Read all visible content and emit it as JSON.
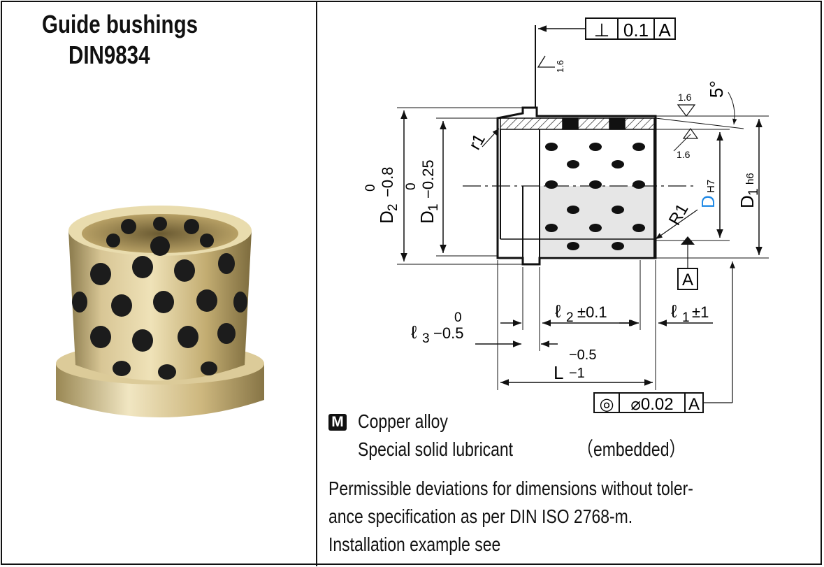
{
  "header": {
    "title": "Guide bushings",
    "subtitle": "DIN9834"
  },
  "drawing": {
    "perpendicularity": {
      "symbol": "⊥",
      "value": "0.1",
      "datum": "A"
    },
    "concentricity": {
      "symbol": "◎",
      "value": "⌀0.02",
      "datum": "A"
    },
    "datum_label": "A",
    "roughness_top": "1.6",
    "roughness_flange": "1.6",
    "roughness_bore": "1.6",
    "angle": "5°",
    "r1": "r1",
    "R1": "R1",
    "D2": {
      "base": "D",
      "sub": "2",
      "upper": "0",
      "lower": "−0.8"
    },
    "D1_left": {
      "base": "D",
      "sub": "1",
      "upper": "0",
      "lower": "−0.25"
    },
    "D_bore": {
      "base": "D",
      "fit": "H7",
      "color": "#1e88e5"
    },
    "D1_right": {
      "base": "D",
      "sub": "1",
      "fit": "h6"
    },
    "l2": {
      "base": "ℓ",
      "sub": "2",
      "tol": "±0.1"
    },
    "l1": {
      "base": "ℓ",
      "sub": "1",
      "tol": "±1"
    },
    "l3": {
      "base": "ℓ",
      "sub": "3",
      "upper": "0",
      "lower": "−0.5"
    },
    "L": {
      "base": "L",
      "upper": "−0.5",
      "lower": "−1"
    }
  },
  "material": {
    "badge": "M",
    "line1": "Copper alloy",
    "line2": "Special solid lubricant",
    "line2_suffix": "（embedded）"
  },
  "notes": {
    "line1": "Permissible deviations for dimensions without toler-",
    "line2": "ance specification as per DIN ISO 2768-m.",
    "line3": "Installation example see"
  },
  "colors": {
    "bronze": "#c9b27a",
    "graphite": "#1a1a1a",
    "accent_blue": "#1e88e5",
    "line": "#111111"
  }
}
